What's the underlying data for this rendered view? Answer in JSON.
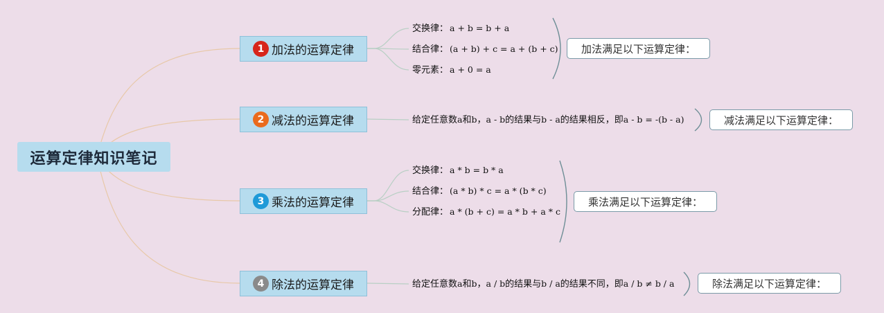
{
  "root": {
    "title": "运算定律知识笔记"
  },
  "branches": [
    {
      "number": "1",
      "badge_color": "#d7261b",
      "label": "加法的运算定律",
      "leaves": [
        {
          "term": "交换律：",
          "formula": "a + b = b + a"
        },
        {
          "term": "结合律：",
          "formula": "(a + b) + c = a + (b + c)"
        },
        {
          "term": "零元素：",
          "formula": "a + 0 = a"
        }
      ],
      "summary": "加法满足以下运算定律："
    },
    {
      "number": "2",
      "badge_color": "#ea6b1d",
      "label": "减法的运算定律",
      "leaves": [
        {
          "segments": [
            "给定任意数",
            "a",
            "和",
            "b",
            "，",
            "a - b",
            "的结果与",
            "b - a",
            "的结果相反，即",
            "a - b = -(b - a)"
          ]
        }
      ],
      "summary": "减法满足以下运算定律："
    },
    {
      "number": "3",
      "badge_color": "#1e9ad8",
      "label": "乘法的运算定律",
      "leaves": [
        {
          "term": "交换律：",
          "formula": "a * b = b * a"
        },
        {
          "term": "结合律：",
          "formula": "(a * b) * c = a * (b * c)"
        },
        {
          "term": "分配律：",
          "formula": "a * (b + c) = a * b + a * c"
        }
      ],
      "summary": "乘法满足以下运算定律："
    },
    {
      "number": "4",
      "badge_color": "#8a8a8a",
      "label": "除法的运算定律",
      "leaves": [
        {
          "segments": [
            "给定任意数",
            "a",
            "和",
            "b",
            "，",
            "a / b",
            "的结果与",
            "b / a",
            "的结果不同，即",
            "a / b ≠ b / a"
          ]
        }
      ],
      "summary": "除法满足以下运算定律："
    }
  ],
  "colors": {
    "background": "#eddde9",
    "node_fill": "#b6dcee",
    "root_link": "#e8c8a8",
    "leaf_link": "#b8cfc4",
    "bracket": "#6e8e96"
  }
}
